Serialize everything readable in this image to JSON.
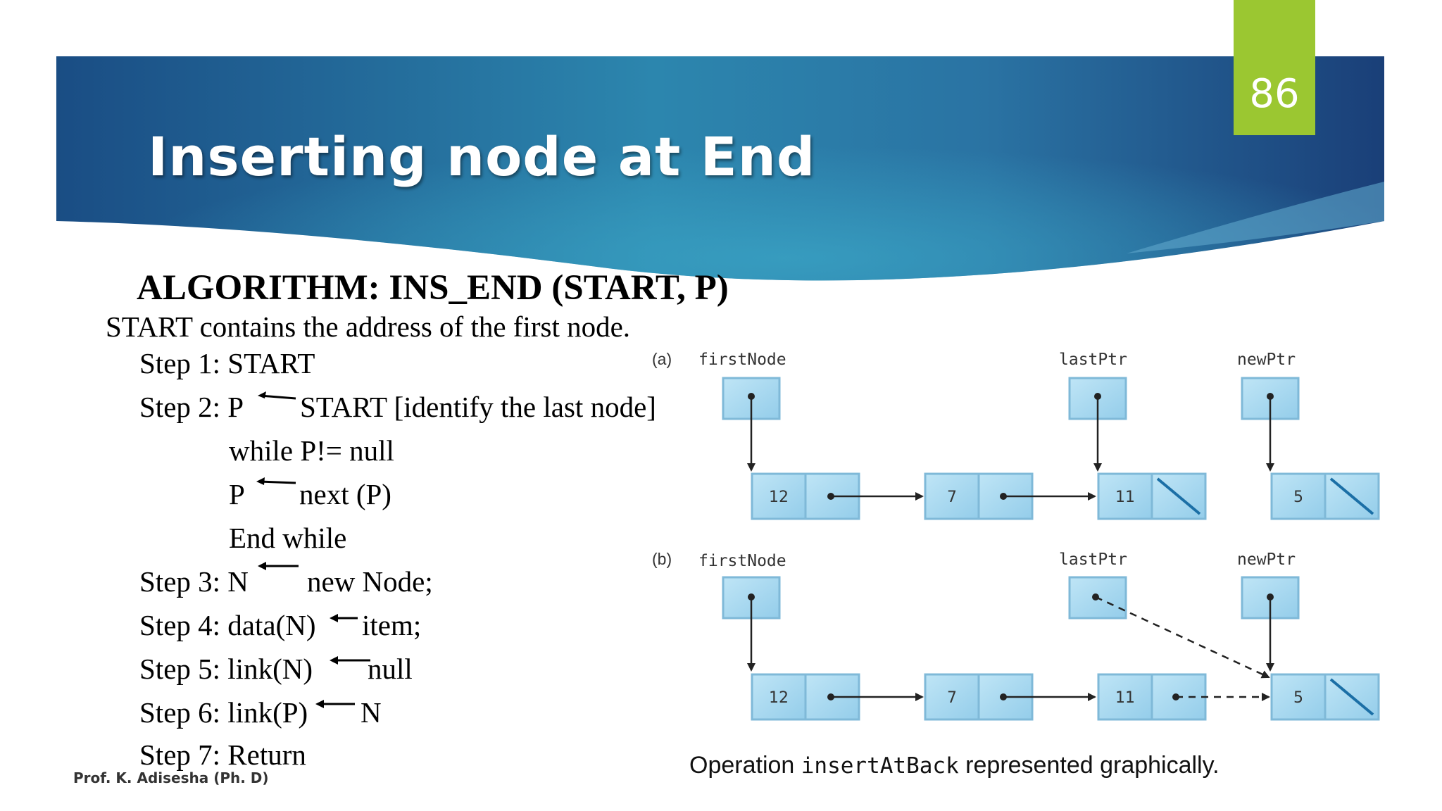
{
  "slide": {
    "page_number": "86",
    "title": "Inserting node at End",
    "footer": "Prof. K. Adisesha (Ph. D)",
    "colors": {
      "banner_dark": "#1d4f82",
      "banner_light": "#2e8ab2",
      "badge": "#9bc731",
      "node_fill": "#a6d7ef"
    }
  },
  "algorithm": {
    "title": "ALGORITHM: INS_END (START, P)",
    "note": "START contains the address of the first node.",
    "steps": {
      "s1": "Step 1: START",
      "s2_left": "Step 2: P",
      "s2_right": "START  [identify the last node]",
      "while_line": "while P!= null",
      "p_left": "P",
      "p_right": "next (P)",
      "end_while": "End while",
      "s3_left": "Step 3: N",
      "s3_right": "new Node;",
      "s4_left": "Step 4: data(N)",
      "s4_right": "item;",
      "s5_left": "Step 5: link(N)",
      "s5_right": "null",
      "s6_left": "Step 6: link(P)",
      "s6_right": "N",
      "s7": "Step 7: Return"
    }
  },
  "figure": {
    "panel_a_label": "(a)",
    "panel_b_label": "(b)",
    "pointer_labels": {
      "first": "firstNode",
      "last": "lastPtr",
      "new": "newPtr"
    },
    "nodes": [
      "12",
      "7",
      "11",
      "5"
    ],
    "caption_before": "Operation ",
    "caption_code": "insertAtBack",
    "caption_after": " represented graphically."
  }
}
